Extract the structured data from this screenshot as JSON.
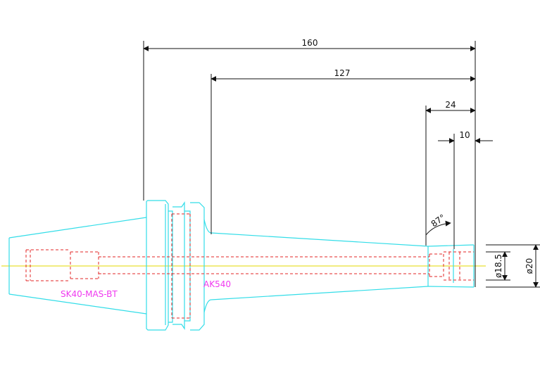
{
  "drawing": {
    "colors": {
      "outline": "#33dde8",
      "hidden": "#e32626",
      "centerline": "#e3d800",
      "dimension": "#111111",
      "label": "#ef39ef",
      "background": "#ffffff"
    },
    "labels": {
      "holder": "SK40-MAS-BT",
      "extension": "AK540"
    },
    "dimensions": {
      "overall_length": "160",
      "extension_length": "127",
      "tip_length": "24",
      "nose_length": "10",
      "angle": "87°",
      "bore_diameter": "ø18.5",
      "outer_diameter": "ø20"
    }
  }
}
